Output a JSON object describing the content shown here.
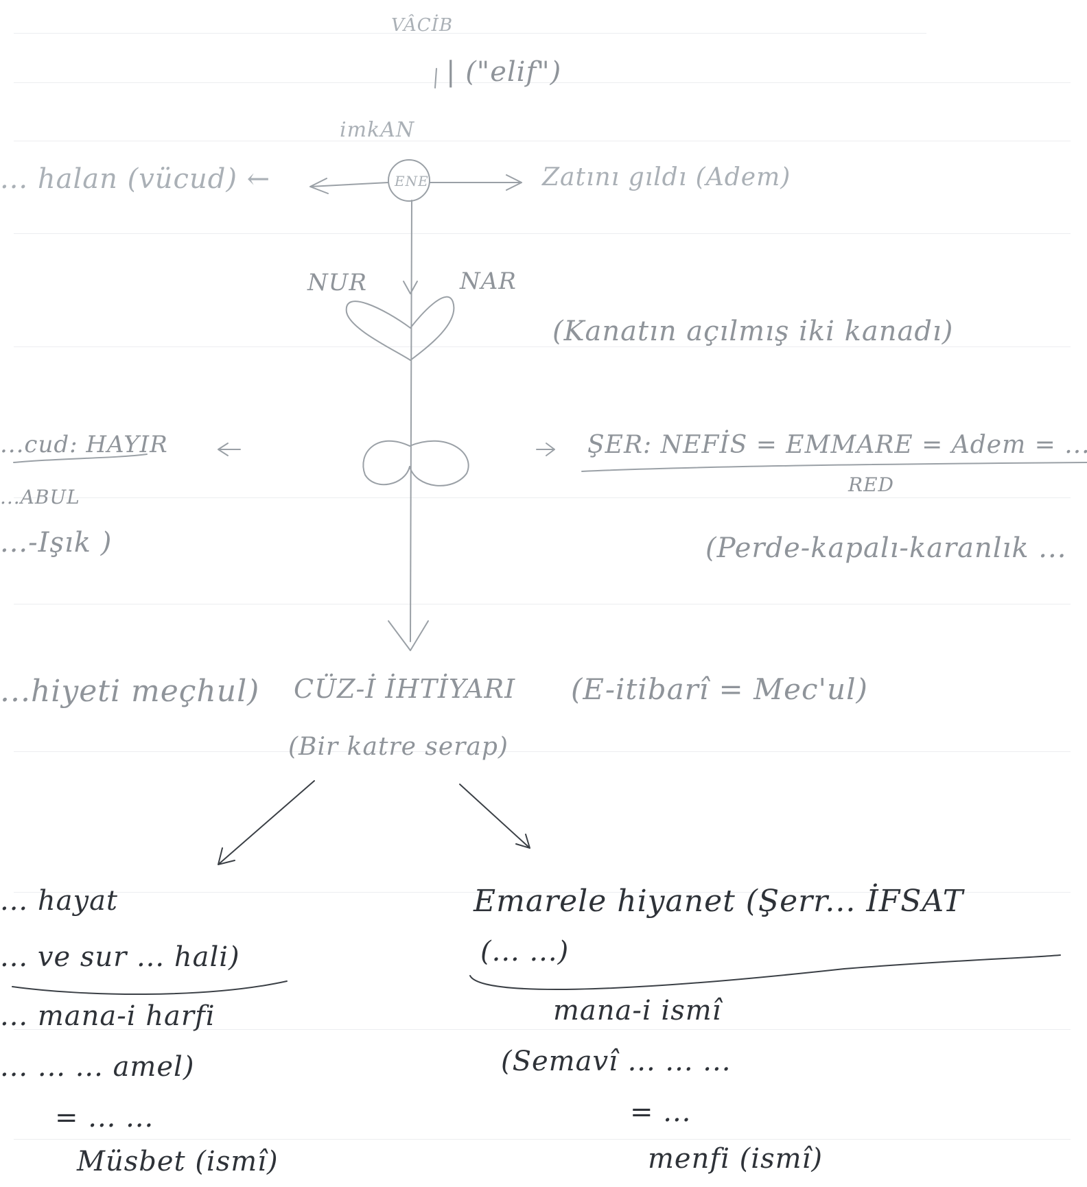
{
  "diagram": {
    "top_title": "VÂCİB",
    "elif": "| (\"elif\")",
    "imkan": "imkAN",
    "center_circle": "ENE",
    "left_branch": "... halan (vücud) ←",
    "right_branch": "Zatını gıldı (Adem)",
    "wings": {
      "left": "NUR",
      "right": "NAR",
      "caption": "(Kanatın açılmış iki kanadı)"
    },
    "middle": {
      "left_text": "...cud: HAYIR",
      "left_sub": "...ABUL",
      "left_paren": "...-Işık )",
      "right_text": "ŞER: NEFİS = EMMARE = Adem = ...",
      "red": "RED",
      "right_paren": "(Perde-kapalı-karanlık ..."
    },
    "lower": {
      "left_partial": "...hiyeti meçhul)",
      "center": "CÜZ-İ İHTİYARI",
      "right": "(E-itibarî = Mec'ul)",
      "sub": "(Bir katre serap)"
    }
  },
  "bottom_left": [
    "... hayat",
    "... ve sur ... hali)",
    "... mana-i harfi",
    "... ... ... amel)",
    "= ... ...",
    "Müsbet (ismî)"
  ],
  "bottom_right": [
    "Emarele hiyanet (Şerr... İFSAT",
    "(... ...)",
    "mana-i ismî",
    "(Semavî ... ... ...",
    "= ...",
    "menfi (ismî)"
  ]
}
